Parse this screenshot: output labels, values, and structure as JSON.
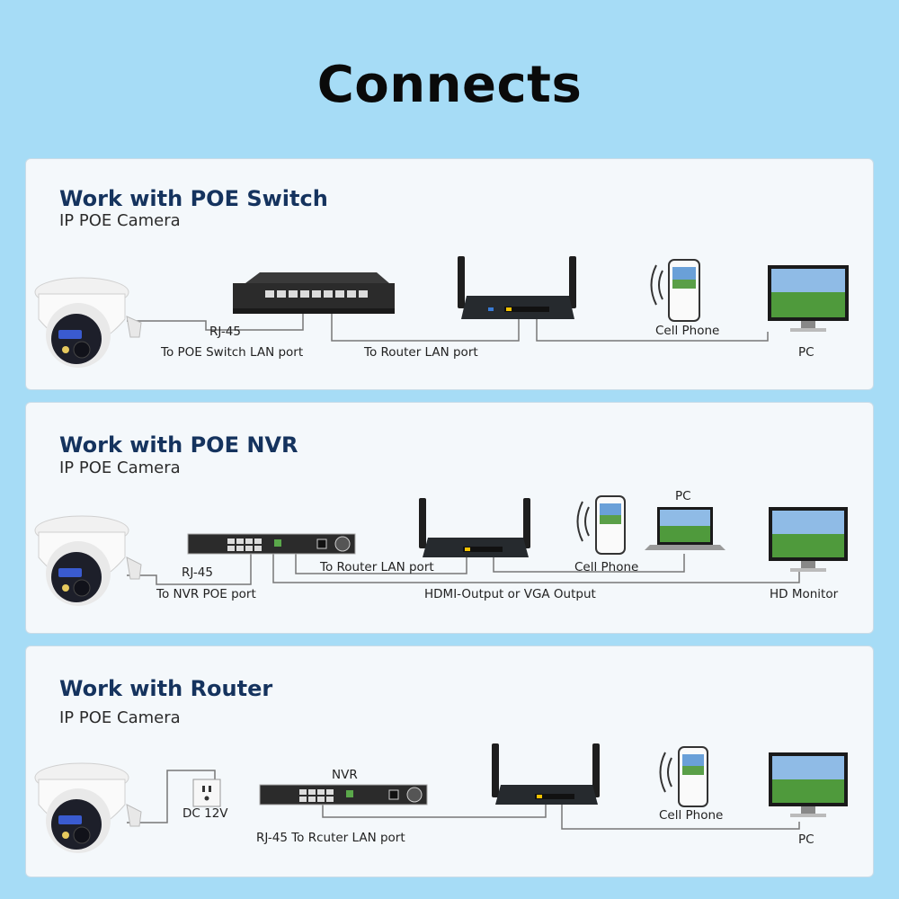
{
  "title": "Connects",
  "sections": [
    {
      "title": "Work with POE Switch",
      "subtitle": "IP POE Camera",
      "labels": {
        "rj45": "RJ-45",
        "to_switch": "To POE Switch LAN port",
        "to_router": "To Router LAN port",
        "cell_phone": "Cell Phone",
        "pc": "PC"
      }
    },
    {
      "title": "Work with POE NVR",
      "subtitle": "IP POE Camera",
      "labels": {
        "rj45": "RJ-45",
        "to_nvr": "To NVR POE port",
        "to_router": "To Router LAN port",
        "hdmi": "HDMI-Output or VGA Output",
        "cell_phone": "Cell Phone",
        "pc": "PC",
        "hd_monitor": "HD Monitor"
      }
    },
    {
      "title": "Work with Router",
      "subtitle": "IP POE Camera",
      "labels": {
        "dc": "DC 12V",
        "nvr": "NVR",
        "rj45_router": "RJ-45 To Rcuter LAN port",
        "cell_phone": "Cell Phone",
        "pc": "PC"
      }
    }
  ],
  "icons": [
    "dome-camera-icon",
    "poe-switch-icon",
    "router-icon",
    "cell-phone-icon",
    "pc-monitor-icon",
    "nvr-icon",
    "laptop-icon",
    "power-outlet-icon"
  ],
  "colors": {
    "background": "#a6dcf6",
    "panel": "#f4f8fb",
    "heading": "#15335e",
    "title": "#0a0a0a"
  }
}
